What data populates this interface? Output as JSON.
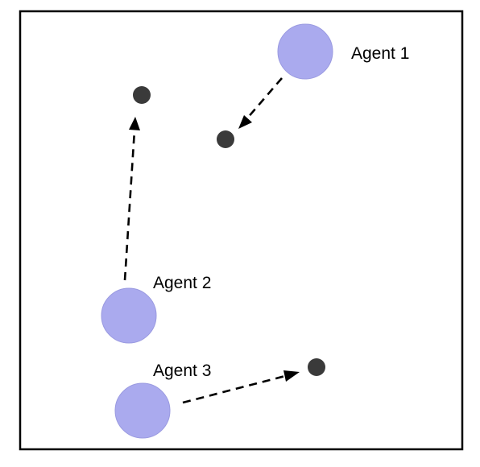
{
  "colors": {
    "agent_fill": "#aaaaee",
    "agent_stroke": "#9a9ae0",
    "goal_fill": "#3a3a3a",
    "frame_stroke": "#000000",
    "arrow": "#000000",
    "background": "#ffffff"
  },
  "agents": [
    {
      "id": "agent-1",
      "label": "Agent 1"
    },
    {
      "id": "agent-2",
      "label": "Agent 2"
    },
    {
      "id": "agent-3",
      "label": "Agent 3"
    }
  ]
}
